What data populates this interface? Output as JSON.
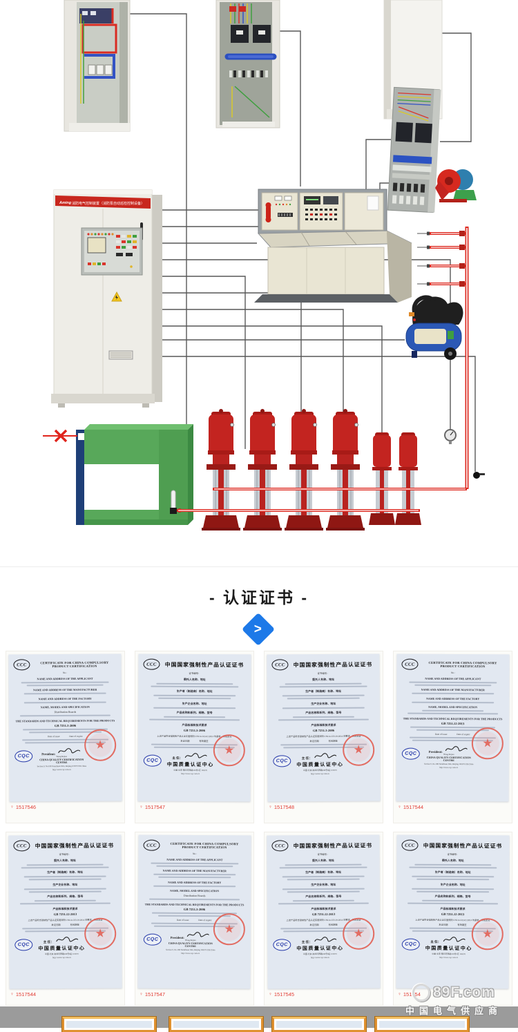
{
  "diagram": {
    "banner_brand": "Aming",
    "banner_text": "消防电气控制装置（消防泵自动巡检控制设备）"
  },
  "section_header": {
    "title": "- 认证证书 -",
    "arrow_glyph": ">"
  },
  "certificates": {
    "logo_text": "CCC",
    "cqc_text": "CQC",
    "seal_glyph": "★",
    "pin_glyph": "♀",
    "templates": {
      "en": {
        "title": "CERTIFICATE FOR CHINA COMPULSORY PRODUCT CERTIFICATION",
        "cert_no_label": "No.:",
        "sections": [
          "NAME AND ADDRESS OF THE APPLICANT",
          "NAME AND ADDRESS OF THE MANUFACTURER",
          "NAME AND ADDRESS OF THE FACTORY",
          "NAME, MODEL AND SPECIFICATION",
          "THE STANDARDS AND TECHNICAL REQUIREMENTS FOR THE PRODUCTS"
        ],
        "product": "Distribution Boards",
        "dates": "Date of issue:                Date of expire:",
        "footer_label": "President:",
        "signer": "Wang Kejiao",
        "org": "CHINA QUALITY CERTIFICATION CENTRE",
        "address": "Section 9, No.188 Nansihuan Xilu, Beijing 100070 P.R.China",
        "url": "http://www.cqc.com.cn"
      },
      "cn": {
        "title": "中国国家强制性产品认证证书",
        "cert_no_label": "证书编号：",
        "sections": [
          "委托人名称、地址",
          "生产者（制造商）名称、地址",
          "生产企业名称、地址",
          "产品名称和系列、规格、型号",
          "产品标准和技术要求"
        ],
        "approval": "上述产品符合强制性产品认证实施规则 CNCA-C03-01:2014 的要求，特发此证",
        "dates": "发证日期                 有效期至",
        "footer_label": "主 任：",
        "org": "中国质量认证中心",
        "address": "中国·北京·南四环西路188号9区 100070",
        "url": "http://www.cqc.com.cn"
      }
    },
    "items": [
      {
        "lang": "en",
        "standard": "GB 7251.3-2006",
        "photo_id": "1517546"
      },
      {
        "lang": "cn",
        "standard": "GB 7251.3-2006",
        "photo_id": "1517547"
      },
      {
        "lang": "cn",
        "standard": "GB 7251.3-2006",
        "photo_id": "1517548"
      },
      {
        "lang": "en",
        "standard": "GB 7251.12-2013",
        "photo_id": "1517544"
      },
      {
        "lang": "cn",
        "standard": "GB 7251.12-2013",
        "photo_id": "1517544"
      },
      {
        "lang": "en",
        "standard": "GB 7251.3-2006",
        "photo_id": "1517547"
      },
      {
        "lang": "cn",
        "standard": "GB 7251.12-2013",
        "photo_id": "1517545"
      },
      {
        "lang": "cn",
        "standard": "GB 7251.12-2013",
        "photo_id": "151754"
      }
    ]
  },
  "watermark": {
    "site": "89F.com",
    "tagline": "中国电气供应商"
  }
}
